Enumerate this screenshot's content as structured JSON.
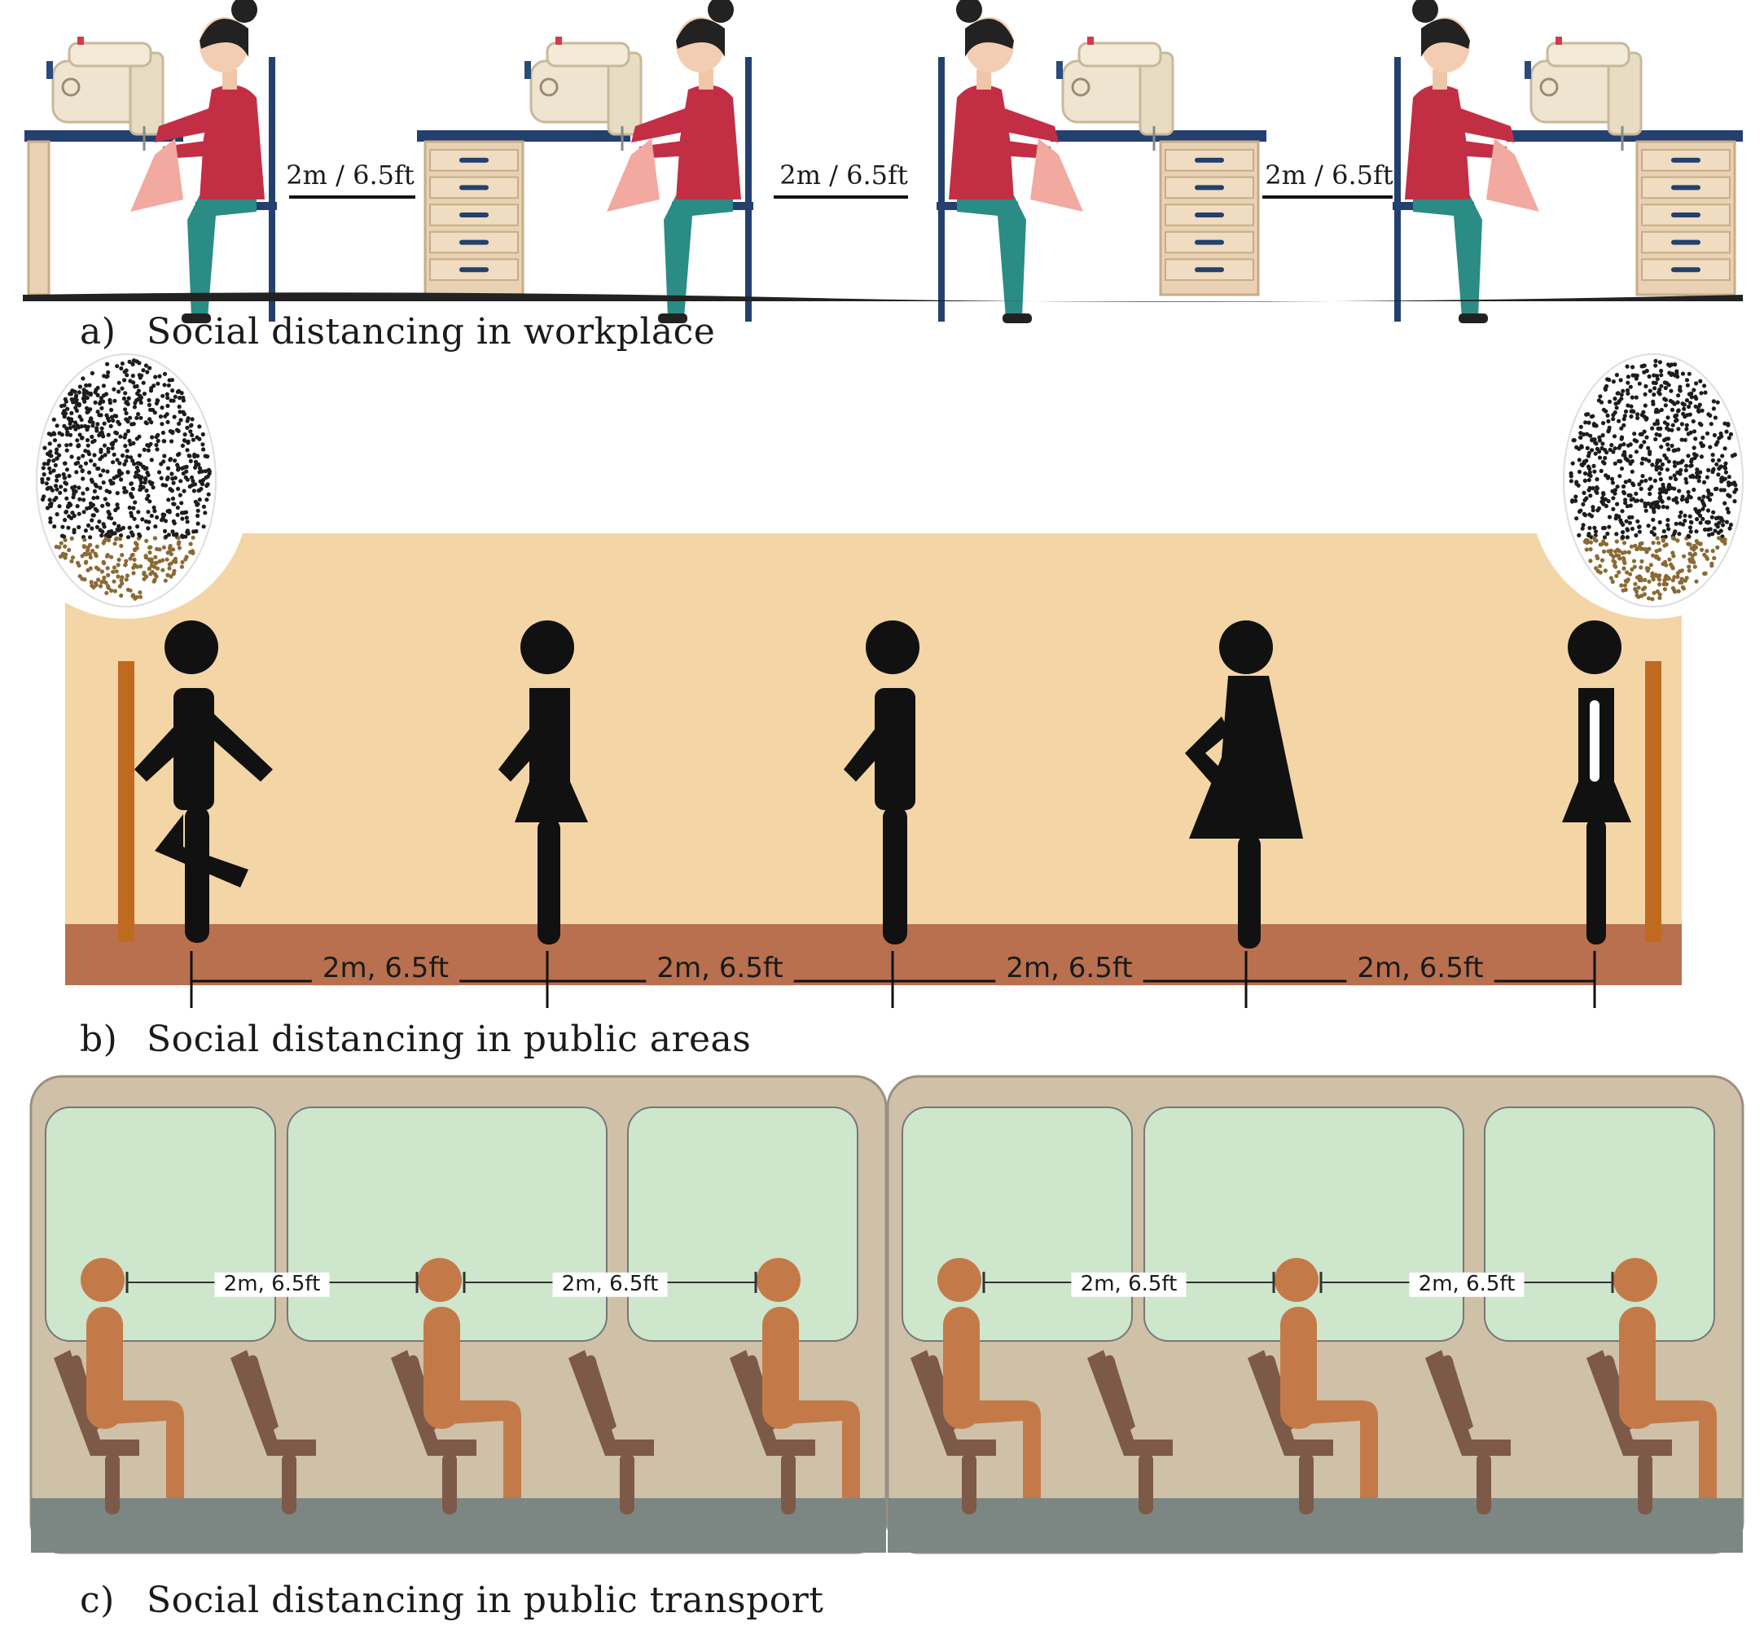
{
  "panels": [
    {
      "id": "a",
      "letter": "a)",
      "caption": "Social distancing in workplace",
      "distance_label": "2m / 6.5ft"
    },
    {
      "id": "b",
      "letter": "b)",
      "caption": "Social distancing in public areas",
      "distance_label": "2m, 6.5ft"
    },
    {
      "id": "c",
      "letter": "c)",
      "caption": "Social distancing in public transport",
      "distance_label": "2m, 6.5ft"
    }
  ],
  "colors": {
    "desk_top": "#23406e",
    "drawer": "#e9d2b3",
    "worker_shirt": "#c22f45",
    "worker_pants": "#2a8c85",
    "fabric": "#f2a9a0",
    "public_bg": "#f4d5a6",
    "public_ground": "#b8704f",
    "silhouette": "#111111",
    "tree_trunk": "#c06a20",
    "bus_body": "#cfc0a8",
    "bus_window": "#cde6cc",
    "bus_floor": "#7c8784",
    "passenger": "#c47a48",
    "seat": "#7d5a48"
  },
  "icons": [
    "sewing-machine-icon",
    "seated-worker-icon",
    "standing-person-icon",
    "tree-icon",
    "seated-passenger-icon",
    "bus-seat-icon"
  ]
}
